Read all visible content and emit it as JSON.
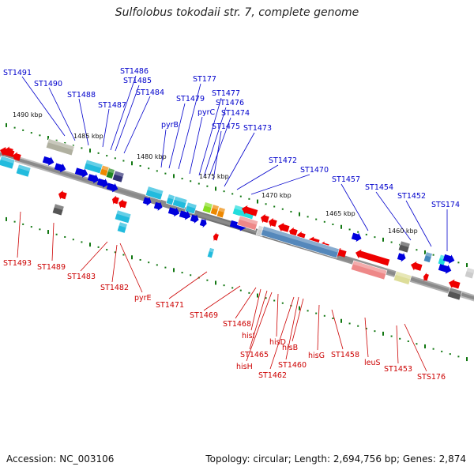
{
  "title": "Sulfolobus tokodaii str. 7, complete genome",
  "accession": "Accession: NC_003106",
  "summary": "Topology: circular; Length: 2,694,756 bp; Genes: 2,874",
  "colors": {
    "backbone": "#8a8a8a",
    "forward_gene": "#0000dd",
    "reverse_gene": "#ee0000",
    "top_label": "#0000cc",
    "bottom_label": "#cc0000",
    "tick": "#117711"
  },
  "scale_labels": [
    "1490 kbp",
    "1485 kbp",
    "1480 kbp",
    "1475 kbp",
    "1470 kbp",
    "1465 kbp",
    "1460 kbp"
  ],
  "top_labels": [
    "ST1491",
    "ST1490",
    "ST1488",
    "ST1486",
    "ST1485",
    "ST1487",
    "ST1484",
    "ST177",
    "ST1479",
    "pyrB",
    "ST1477",
    "ST1476",
    "pyrC",
    "ST1474",
    "ST1475",
    "ST1473",
    "ST1472",
    "ST1470",
    "ST1457",
    "ST1454",
    "ST1452",
    "STS174"
  ],
  "bottom_labels": [
    "ST1493",
    "ST1489",
    "ST1483",
    "ST1482",
    "pyrE",
    "ST1471",
    "ST1469",
    "ST1468",
    "hisI",
    "ST1465",
    "hisH",
    "hisD",
    "ST1462",
    "ST1460",
    "hisB",
    "hisG",
    "ST1458",
    "leuS",
    "ST1453",
    "STS176"
  ]
}
